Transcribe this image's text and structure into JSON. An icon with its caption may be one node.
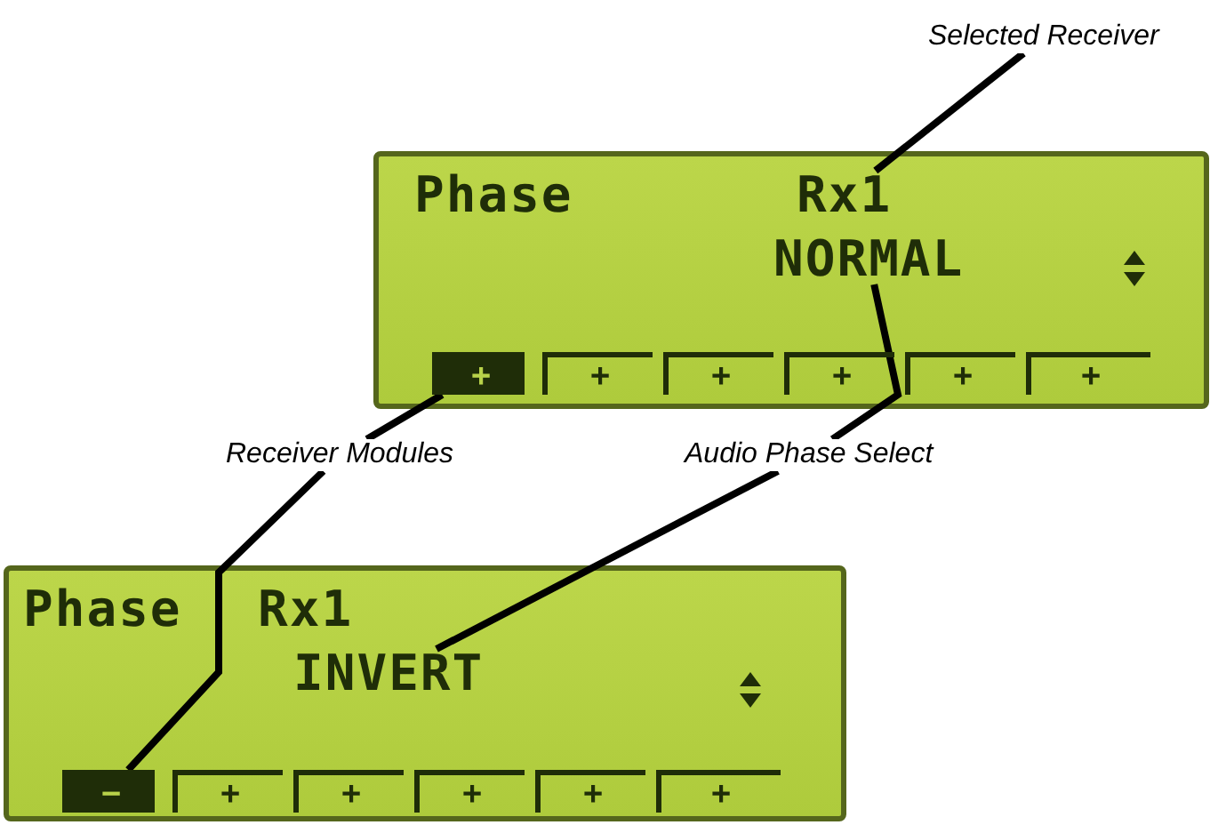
{
  "diagram": {
    "nodes": [
      {
        "text": [
          "Selected Receiver"
        ]
      },
      {
        "text": [
          "Phase"
        ]
      },
      {
        "text": [
          "Rx1"
        ],
        "in": 1
      },
      {
        "text": [
          "NORMAL"
        ],
        "in": 1
      },
      {
        "text": [
          "+"
        ],
        "in": 1
      },
      {
        "text": [
          "+"
        ],
        "in": 1
      },
      {
        "text": [
          "+"
        ],
        "in": 1
      },
      {
        "text": [
          "+"
        ],
        "in": 1
      },
      {
        "text": [
          "+"
        ],
        "in": 1
      },
      {
        "text": [
          "+"
        ],
        "in": 1
      },
      {
        "text": [
          "Receiver Modules"
        ]
      },
      {
        "text": [
          "Audio Phase Select"
        ]
      },
      {
        "text": [
          "Phase"
        ]
      },
      {
        "text": [
          "Rx1"
        ],
        "in": 12
      },
      {
        "text": [
          "INVERT"
        ],
        "in": 12
      },
      {
        "text": [
          "−"
        ],
        "in": 12
      },
      {
        "text": [
          "+"
        ],
        "in": 12
      },
      {
        "text": [
          "+"
        ],
        "in": 12
      },
      {
        "text": [
          "+"
        ],
        "in": 12
      },
      {
        "text": [
          "+"
        ],
        "in": 12
      },
      {
        "text": [
          "+"
        ],
        "in": 12
      }
    ],
    "edges": [
      {
        "from": 0,
        "to": 2,
        "arrow": "none"
      },
      {
        "from": 10,
        "to": 4,
        "arrow": "none"
      },
      {
        "from": 11,
        "to": 3,
        "arrow": "none"
      },
      {
        "from": 10,
        "to": 15,
        "arrow": "none"
      },
      {
        "from": 11,
        "to": 14,
        "arrow": "none"
      }
    ]
  }
}
